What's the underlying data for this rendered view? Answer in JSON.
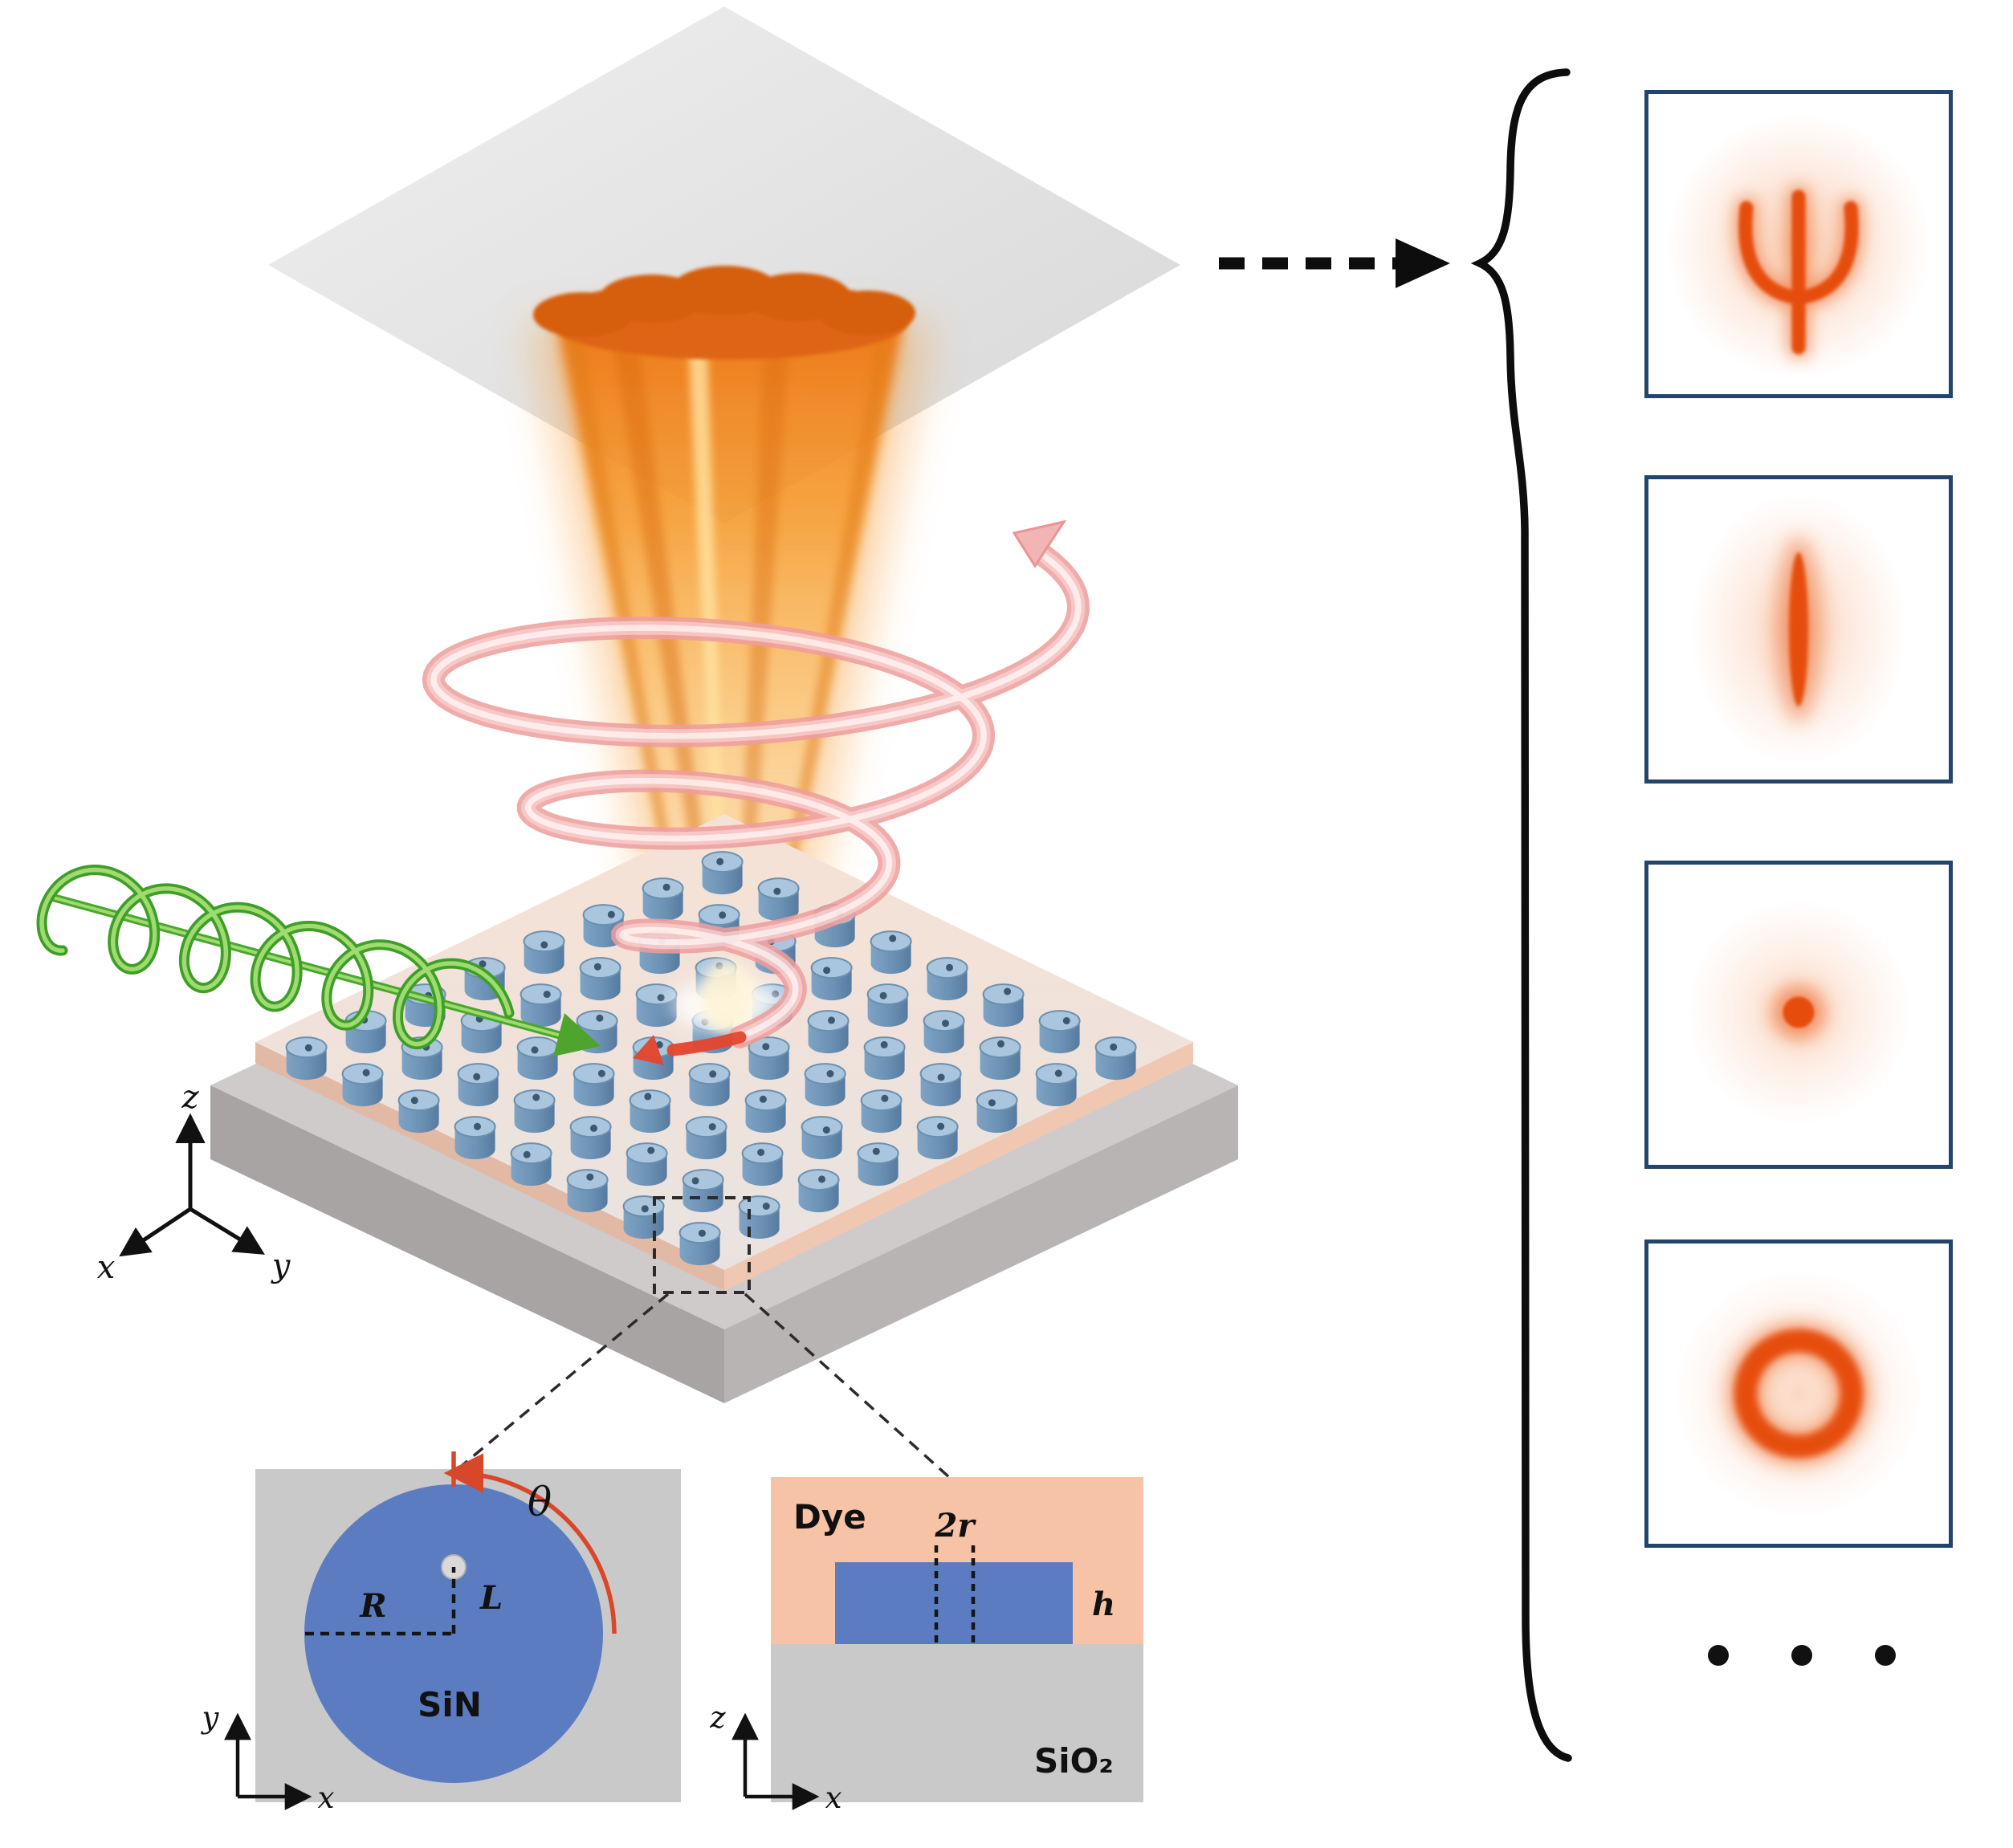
{
  "colors": {
    "accent_orange": "#e64e0a",
    "beam_orange": "#ee7513",
    "spiral_pink": "#ee9d9d",
    "spiral_arrow_red": "#e5452e",
    "pump_green": "#49a72e",
    "pillar_blue": "#6b91b4",
    "inset_blue": "#5b7cc0",
    "dye_salmon": "#f6c3a6",
    "substrate_gray": "#c9c9c9",
    "panel_border_navy": "#24456b"
  },
  "main_axes": {
    "x": "x",
    "y": "y",
    "z": "z"
  },
  "inset_top_view": {
    "angle": "θ",
    "radius": "R",
    "offset": "L",
    "material": "SiN",
    "axis_x": "x",
    "axis_y": "y"
  },
  "inset_cross_section": {
    "film": "Dye",
    "diameter": "2r",
    "height": "h",
    "substrate": "SiO₂",
    "axis_x": "x",
    "axis_z": "z"
  },
  "output_patterns": [
    {
      "name": "psi-pattern"
    },
    {
      "name": "line-pattern"
    },
    {
      "name": "dot-pattern"
    },
    {
      "name": "ring-pattern"
    }
  ]
}
